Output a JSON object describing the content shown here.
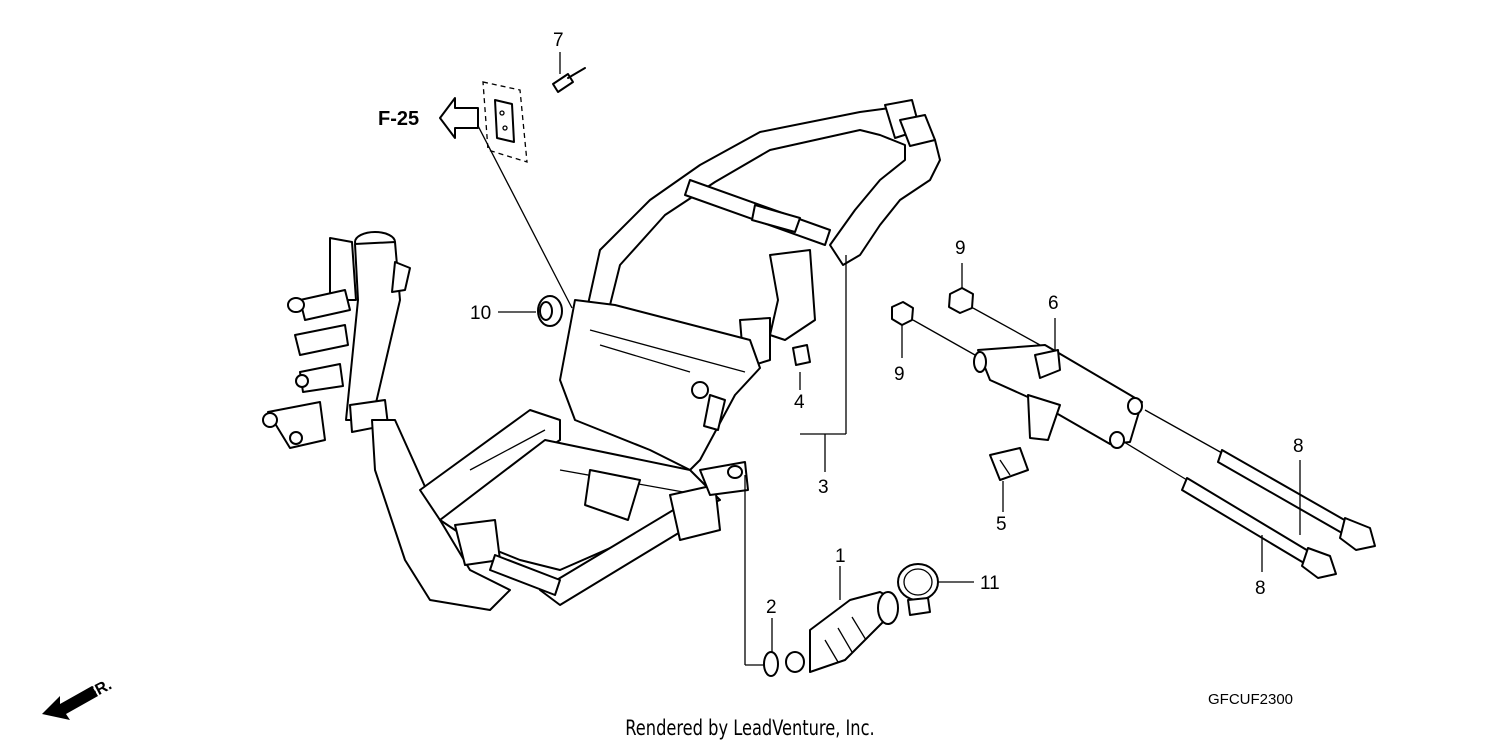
{
  "diagram": {
    "reference": "F-25",
    "code": "GFCUF2300",
    "front_marker": "FR.",
    "footer": "Rendered by LeadVenture, Inc.",
    "callouts": {
      "c1": "1",
      "c2": "2",
      "c3": "3",
      "c4": "4",
      "c5": "5",
      "c6": "6",
      "c7": "7",
      "c8a": "8",
      "c8b": "8",
      "c9a": "9",
      "c9b": "9",
      "c10": "10",
      "c11": "11"
    }
  }
}
